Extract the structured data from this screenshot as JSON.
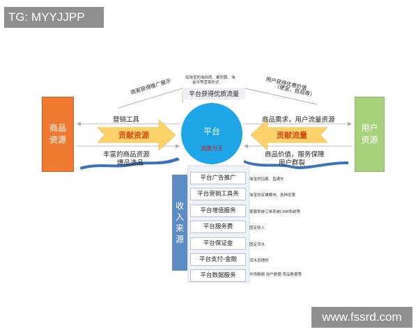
{
  "watermarks": {
    "top": "TG: MYYJJPP",
    "bottom": "www.fssrd.com"
  },
  "left_box": {
    "line1": "商品",
    "line2": "资源"
  },
  "right_box": {
    "line1": "用户",
    "line2": "资源"
  },
  "platform": {
    "title": "平台",
    "subtitle": "流量为王"
  },
  "top_labels": {
    "merchant_promo": "商家获得推广展示",
    "taobao_note_line1": "如淘宝的淘拍窝、聚划算、淘",
    "taobao_note_line2": "金币等营销形式",
    "quality_traffic": "平台获得优质流量",
    "user_value_line1": "用户获得优惠价值",
    "user_value_line2": "（便宜、抵现等）"
  },
  "left_flow": {
    "marketing_tools": "营销工具",
    "contribute_resources": "贡献资源",
    "rich_goods": "丰富的商品资源",
    "hot_picks": "爆品选品"
  },
  "right_flow": {
    "demand": "商品需求，用户流量资源",
    "contribute_traffic": "贡献流量",
    "value": "商品价值，服务保障",
    "user_group": "用户群裂"
  },
  "revenue": {
    "label": [
      "收",
      "入",
      "来",
      "源"
    ]
  },
  "services": [
    {
      "name": "平台广告推广",
      "desc": "淘宝的钻展、直通车"
    },
    {
      "name": "平台营销工具务",
      "desc": "淘宝的店铺模块、各种优惠"
    },
    {
      "name": "平台增值服务",
      "desc": "客服系统订单系统CRM系统等"
    },
    {
      "name": "平台服务费",
      "desc": "固定收入"
    },
    {
      "name": "平台保证金",
      "desc": "固定流水"
    },
    {
      "name": "平台支付-金融",
      "desc": "流水及理财"
    },
    {
      "name": "平台数据服务",
      "desc": "市场数据 用户数据 竞品数据等"
    }
  ],
  "colors": {
    "left_box": "#f07a32",
    "right_box": "#a7d17a",
    "platform": "#1ea5e5",
    "revenue_bar": "#5d8bc3",
    "arrow_fill": "#fbd26a"
  }
}
